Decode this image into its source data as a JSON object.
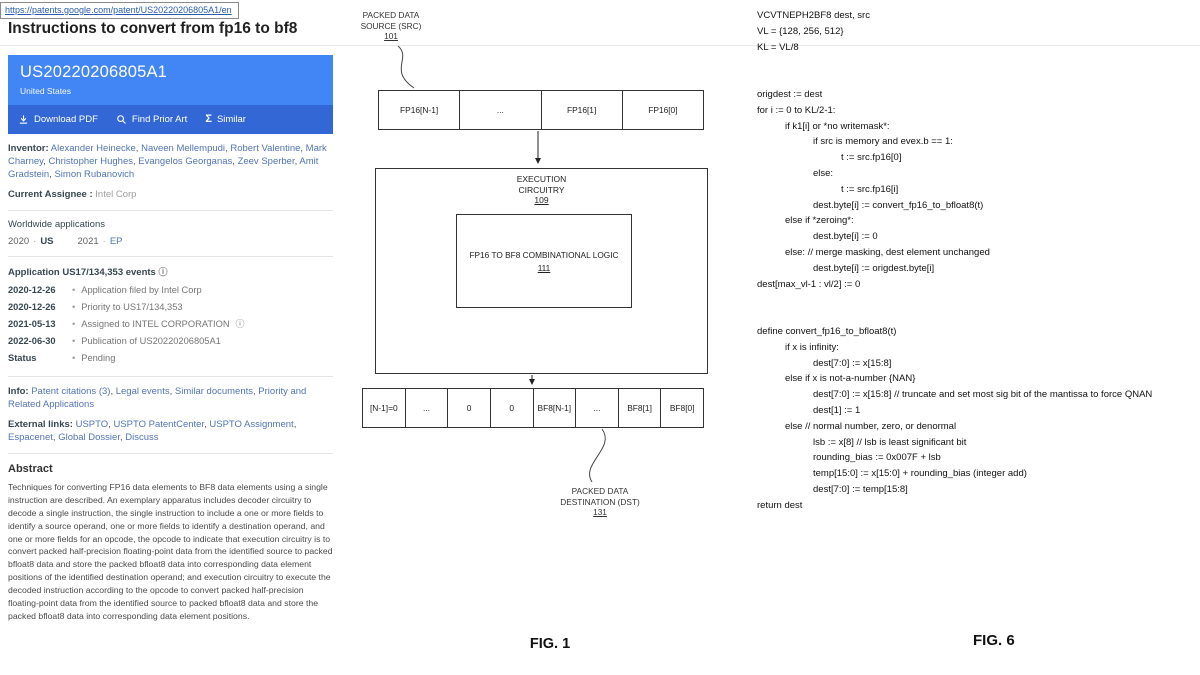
{
  "colors": {
    "banner_blue": "#4285f4",
    "action_blue": "#3367d6",
    "link_blue": "#5274b5"
  },
  "browser": {
    "url_tooltip": "https://patents.google.com/patent/US20220206805A1/en"
  },
  "header": {
    "title": "Instructions to convert from fp16 to bf8"
  },
  "sidebar": {
    "patent_number": "US20220206805A1",
    "country": "United States",
    "actions": [
      {
        "label": "Download PDF",
        "icon": "download-icon"
      },
      {
        "label": "Find Prior Art",
        "icon": "search-icon"
      },
      {
        "label": "Similar",
        "icon": "sigma-icon"
      }
    ],
    "inventor_label": "Inventor:",
    "inventors": [
      "Alexander Heinecke",
      "Naveen Mellempudi",
      "Robert Valentine",
      "Mark Charney",
      "Christopher Hughes",
      "Evangelos Georganas",
      "Zeev Sperber",
      "Amit Gradstein",
      "Simon Rubanovich"
    ],
    "assignee_label": "Current Assignee :",
    "assignee": "Intel Corp",
    "worldwide_label": "Worldwide applications",
    "worldwide": [
      {
        "year": "2020",
        "region": "US",
        "link": false
      },
      {
        "year": "2021",
        "region": "EP",
        "link": true
      }
    ],
    "events_label": "Application US17/134,353 events",
    "timeline": [
      {
        "date": "2020-12-26",
        "text": "Application filed by Intel Corp",
        "info": false
      },
      {
        "date": "2020-12-26",
        "text": "Priority to US17/134,353",
        "info": false
      },
      {
        "date": "2021-05-13",
        "text": "Assigned to INTEL CORPORATION",
        "info": true
      },
      {
        "date": "2022-06-30",
        "text": "Publication of US20220206805A1",
        "info": false
      },
      {
        "date": "Status",
        "text": "Pending",
        "info": false
      }
    ],
    "info_label": "Info:",
    "info_links": [
      "Patent citations (3)",
      "Legal events",
      "Similar documents",
      "Priority and Related Applications"
    ],
    "external_label": "External links:",
    "external_links": [
      "USPTO",
      "USPTO PatentCenter",
      "USPTO Assignment",
      "Espacenet",
      "Global Dossier",
      "Discuss"
    ],
    "abstract_label": "Abstract",
    "abstract_text": "Techniques for converting FP16 data elements to BF8 data elements using a single instruction are described. An exemplary apparatus includes decoder circuitry to decode a single instruction, the single instruction to include a one or more fields to identify a source operand, one or more fields to identify a destination operand, and one or more fields for an opcode, the opcode to indicate that execution circuitry is to convert packed half-precision floating-point data from the identified source to packed bfloat8 data and store the packed bfloat8 data into corresponding data element positions of the identified destination operand; and execution circuitry to execute the decoded instruction according to the opcode to convert packed half-precision floating-point data from the identified source to packed bfloat8 data and store the packed bfloat8 data into corresponding data element positions."
  },
  "fig1": {
    "source_label_lines": [
      "PACKED DATA",
      "SOURCE (SRC)"
    ],
    "source_ref": "101",
    "source_cells": [
      "FP16[N-1]",
      "...",
      "FP16[1]",
      "FP16[0]"
    ],
    "exec_label_lines": [
      "EXECUTION",
      "CIRCUITRY"
    ],
    "exec_ref": "109",
    "logic_label": "FP16 TO BF8 COMBINATIONAL LOGIC",
    "logic_ref": "111",
    "dest_cells": [
      "[N-1]=0",
      "...",
      "0",
      "0",
      "BF8[N-1]",
      "...",
      "BF8[1]",
      "BF8[0]"
    ],
    "dest_label_lines": [
      "PACKED DATA",
      "DESTINATION (DST)"
    ],
    "dest_ref": "131",
    "caption": "FIG. 1"
  },
  "fig6": {
    "caption": "FIG. 6",
    "lines": [
      {
        "indent": 0,
        "text": "VCVTNEPH2BF8 dest, src"
      },
      {
        "indent": 0,
        "text": "VL = {128, 256, 512}"
      },
      {
        "indent": 0,
        "text": "KL = VL/8"
      },
      {
        "indent": 0,
        "text": ""
      },
      {
        "indent": 0,
        "text": ""
      },
      {
        "indent": 0,
        "text": "origdest := dest"
      },
      {
        "indent": 0,
        "text": "for i := 0 to KL/2-1:"
      },
      {
        "indent": 1,
        "text": "if k1[i] or *no writemask*:"
      },
      {
        "indent": 2,
        "text": "if src is memory and evex.b == 1:"
      },
      {
        "indent": 3,
        "text": "t := src.fp16[0]"
      },
      {
        "indent": 2,
        "text": "else:"
      },
      {
        "indent": 3,
        "text": "t := src.fp16[i]"
      },
      {
        "indent": 2,
        "text": "dest.byte[i] := convert_fp16_to_bfloat8(t)"
      },
      {
        "indent": 1,
        "text": "else if *zeroing*:"
      },
      {
        "indent": 2,
        "text": "dest.byte[i] := 0"
      },
      {
        "indent": 1,
        "text": "else: // merge masking, dest element unchanged"
      },
      {
        "indent": 2,
        "text": "dest.byte[i] := origdest.byte[i]"
      },
      {
        "indent": 0,
        "text": "dest[max_vl-1 : vl/2] := 0"
      },
      {
        "indent": 0,
        "text": ""
      },
      {
        "indent": 0,
        "text": ""
      },
      {
        "indent": 0,
        "text": "define convert_fp16_to_bfloat8(t)"
      },
      {
        "indent": 1,
        "text": "if x is infinity:"
      },
      {
        "indent": 2,
        "text": "dest[7:0] := x[15:8]"
      },
      {
        "indent": 1,
        "text": "else if x is not-a-number {NAN}"
      },
      {
        "indent": 2,
        "text": "dest[7:0] := x[15:8] // truncate and set most sig bit of the mantissa to force QNAN"
      },
      {
        "indent": 2,
        "text": "dest[1] := 1"
      },
      {
        "indent": 1,
        "text": "else // normal number, zero, or denormal"
      },
      {
        "indent": 2,
        "text": "lsb := x[8] // lsb is least significant bit"
      },
      {
        "indent": 2,
        "text": "rounding_bias := 0x007F + lsb"
      },
      {
        "indent": 2,
        "text": "temp[15:0] := x[15:0] + rounding_bias (integer add)"
      },
      {
        "indent": 2,
        "text": "dest[7:0] := temp[15:8]"
      },
      {
        "indent": 0,
        "text": "return dest"
      }
    ]
  }
}
